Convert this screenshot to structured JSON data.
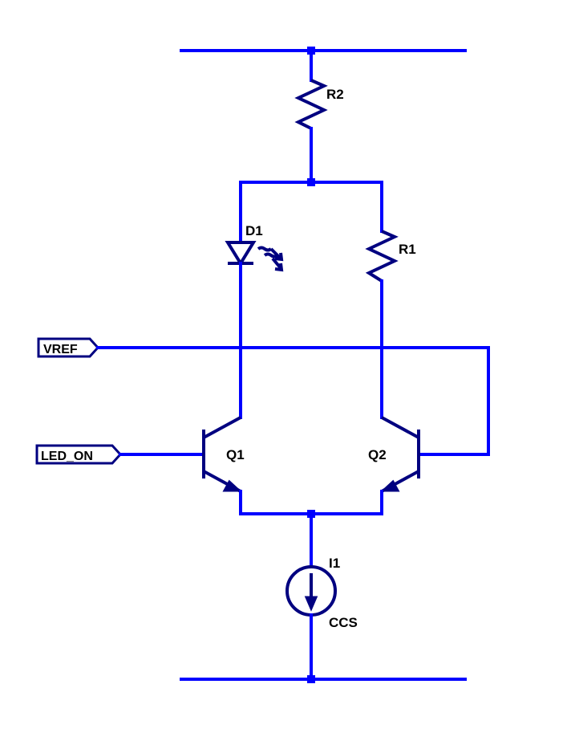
{
  "schematic": {
    "nets": {
      "vref": "VREF",
      "led_on": "LED_ON"
    },
    "components": {
      "r2": {
        "ref": "R2"
      },
      "r1": {
        "ref": "R1"
      },
      "d1": {
        "ref": "D1"
      },
      "q1": {
        "ref": "Q1"
      },
      "q2": {
        "ref": "Q2"
      },
      "i1": {
        "ref": "I1",
        "value": "CCS"
      }
    },
    "colors": {
      "wire": "#0000ff",
      "symbol": "#000080",
      "text": "#000000"
    }
  }
}
